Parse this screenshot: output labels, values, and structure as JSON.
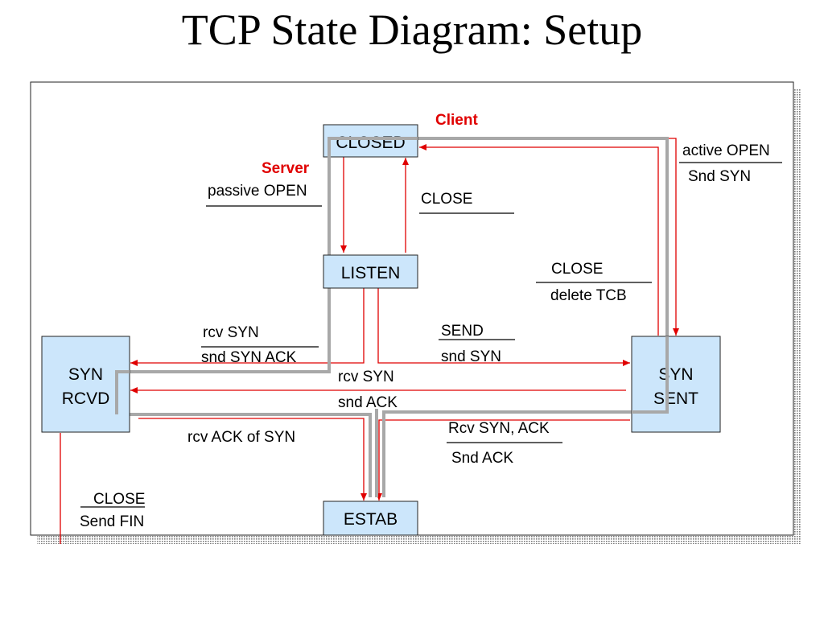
{
  "title": "TCP State Diagram: Setup",
  "states": {
    "closed": "CLOSED",
    "listen": "LISTEN",
    "syn_rcvd_line1": "SYN",
    "syn_rcvd_line2": "RCVD",
    "syn_sent_line1": "SYN",
    "syn_sent_line2": "SENT",
    "estab": "ESTAB"
  },
  "roles": {
    "client": "Client",
    "server": "Server"
  },
  "transitions": {
    "passive_open": "passive OPEN",
    "close_from_listen": "CLOSE",
    "active_open_event": "active OPEN",
    "active_open_action": "Snd SYN",
    "close_from_syn_sent_event": "CLOSE",
    "close_from_syn_sent_action": "delete TCB",
    "rcv_syn_event": "rcv SYN",
    "rcv_syn_action": "snd SYN ACK",
    "send_event": "SEND",
    "send_action": "snd SYN",
    "simul_event": "rcv SYN",
    "simul_action": "snd ACK",
    "rcv_ack_of_syn": "rcv ACK of SYN",
    "rcv_syn_ack_event": "Rcv SYN, ACK",
    "rcv_syn_ack_action": "Snd ACK",
    "close_send_fin_event": "CLOSE",
    "close_send_fin_action": "Send FIN"
  },
  "colors": {
    "state_fill": "#cce6fb",
    "transition_line": "#e00000",
    "highlight_path": "#a8a8a8",
    "shadow": "#8a8a8a"
  }
}
